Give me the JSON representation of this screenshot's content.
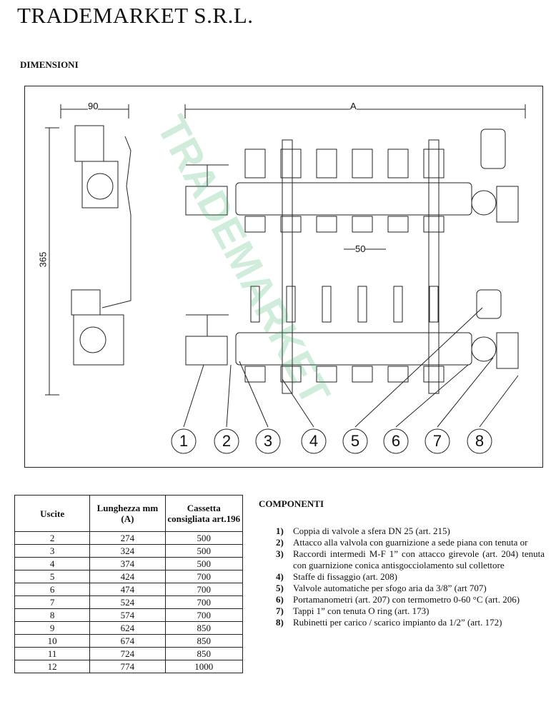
{
  "header": {
    "title": "TRADEMARKET S.R.L."
  },
  "drawing": {
    "section_title": "DIMENSIONI",
    "dim_width": "90",
    "dim_length": "A",
    "dim_height": "365",
    "dim_pitch": "50",
    "callouts": [
      "1",
      "2",
      "3",
      "4",
      "5",
      "6",
      "7",
      "8"
    ],
    "watermark": "TRADEMARKET"
  },
  "table": {
    "headers": [
      "Uscite",
      "Lunghezza mm (A)",
      "Cassetta consigliata art.196"
    ],
    "rows": [
      [
        "2",
        "274",
        "500"
      ],
      [
        "3",
        "324",
        "500"
      ],
      [
        "4",
        "374",
        "500"
      ],
      [
        "5",
        "424",
        "700"
      ],
      [
        "6",
        "474",
        "700"
      ],
      [
        "7",
        "524",
        "700"
      ],
      [
        "8",
        "574",
        "700"
      ],
      [
        "9",
        "624",
        "850"
      ],
      [
        "10",
        "674",
        "850"
      ],
      [
        "11",
        "724",
        "850"
      ],
      [
        "12",
        "774",
        "1000"
      ]
    ]
  },
  "components": {
    "title": "COMPONENTI",
    "items": [
      {
        "n": "1)",
        "t": "Coppia di valvole a sfera DN 25 (art. 215)"
      },
      {
        "n": "2)",
        "t": "Attacco alla valvola con guarnizione a sede piana con tenuta or"
      },
      {
        "n": "3)",
        "t": "Raccordi intermedi M-F 1” con attacco girevole (art. 204) tenuta con guarnizione conica antisgocciolamento sul collettore"
      },
      {
        "n": "4)",
        "t": "Staffe di fissaggio (art. 208)"
      },
      {
        "n": "5)",
        "t": "Valvole automatiche per sfogo aria da 3/8” (art 707)"
      },
      {
        "n": "6)",
        "t": "Portamanometri (art. 207) con termometro 0-60 °C (art. 206)"
      },
      {
        "n": "7)",
        "t": "Tappi 1” con tenuta O ring (art. 173)"
      },
      {
        "n": "8)",
        "t": "Rubinetti per carico / scarico impianto da 1/2” (art. 172)"
      }
    ]
  }
}
